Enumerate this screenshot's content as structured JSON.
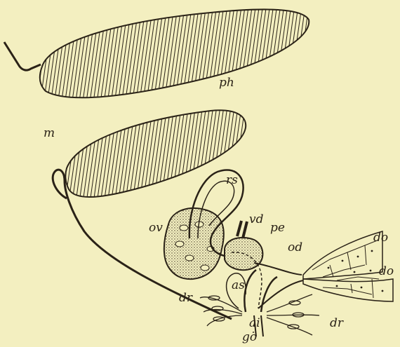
{
  "colors": {
    "paper": "#f3efc0",
    "ink": "#2a2217"
  },
  "labels": {
    "ph": "ph",
    "m": "m",
    "rs": "rs",
    "ov": "ov",
    "vd": "vd",
    "pe": "pe",
    "od": "od",
    "do_upper": "do",
    "do_lower": "do",
    "as": "as",
    "dr_left": "dr",
    "dr_right": "dr",
    "ai": "ai",
    "go": "gö"
  }
}
